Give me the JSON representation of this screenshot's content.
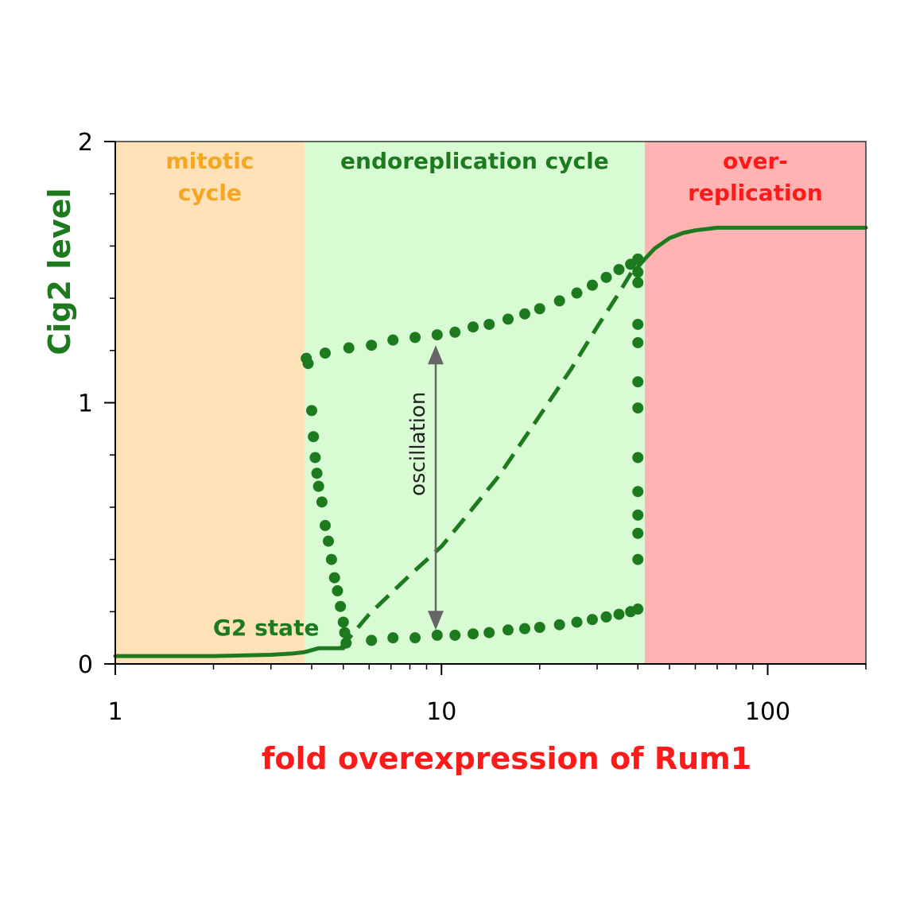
{
  "chart_data": {
    "type": "line",
    "xscale": "log",
    "xlim": [
      1,
      200
    ],
    "ylim": [
      0,
      2
    ],
    "xlabel": "fold overexpression of Rum1",
    "ylabel": "Cig2 level",
    "x_ticks": [
      {
        "value": 1,
        "label": "1"
      },
      {
        "value": 10,
        "label": "10"
      },
      {
        "value": 100,
        "label": "100"
      }
    ],
    "y_ticks": [
      {
        "value": 0,
        "label": "0"
      },
      {
        "value": 1,
        "label": "1"
      },
      {
        "value": 2,
        "label": "2"
      }
    ],
    "regions": [
      {
        "label_lines": [
          "mitotic",
          "cycle"
        ],
        "x_range": [
          1,
          3.8
        ],
        "color": "#fde2b8",
        "label_color": "#f5a623"
      },
      {
        "label_lines": [
          "endoreplication cycle"
        ],
        "x_range": [
          3.8,
          42
        ],
        "color": "#d8fbd4",
        "label_color": "#1e7a1e"
      },
      {
        "label_lines": [
          "over-",
          "replication"
        ],
        "x_range": [
          42,
          200
        ],
        "color": "#ffb3b3",
        "label_color": "#ff1a1a"
      }
    ],
    "series": [
      {
        "style": "solid",
        "color": "#1e7a1e",
        "x": [
          1,
          2,
          3,
          3.5,
          3.8,
          4.2,
          5.0
        ],
        "y": [
          0.03,
          0.03,
          0.035,
          0.04,
          0.045,
          0.06,
          0.06
        ]
      },
      {
        "style": "solid",
        "color": "#1e7a1e",
        "x": [
          40,
          42,
          45,
          50,
          55,
          60,
          70,
          80,
          100,
          150,
          200
        ],
        "y": [
          1.52,
          1.55,
          1.59,
          1.63,
          1.65,
          1.66,
          1.67,
          1.67,
          1.67,
          1.67,
          1.67
        ]
      },
      {
        "style": "dashed",
        "color": "#1e7a1e",
        "x": [
          4.9,
          6,
          8,
          10,
          12,
          15,
          20,
          25,
          30,
          35,
          40
        ],
        "y": [
          0.06,
          0.19,
          0.34,
          0.45,
          0.57,
          0.72,
          0.95,
          1.13,
          1.29,
          1.42,
          1.54
        ]
      },
      {
        "style": "dotted",
        "color": "#1e7a1e",
        "x": [
          3.85,
          3.9,
          4.0,
          4.05,
          4.1,
          4.15,
          4.2,
          4.3,
          4.4,
          4.5,
          4.6,
          4.7,
          4.8,
          4.9,
          5.0,
          5.05,
          5.1
        ],
        "y": [
          1.17,
          1.15,
          0.97,
          0.87,
          0.79,
          0.73,
          0.68,
          0.62,
          0.53,
          0.47,
          0.4,
          0.33,
          0.28,
          0.22,
          0.16,
          0.12,
          0.08
        ]
      },
      {
        "style": "dotted",
        "color": "#1e7a1e",
        "x": [
          4.4,
          5.2,
          6.1,
          7.1,
          8.3,
          9.7,
          11,
          12.5,
          14,
          16,
          18,
          20,
          23,
          26,
          29,
          32,
          35,
          38,
          40
        ],
        "y": [
          1.19,
          1.21,
          1.22,
          1.24,
          1.25,
          1.26,
          1.27,
          1.29,
          1.3,
          1.32,
          1.34,
          1.36,
          1.39,
          1.42,
          1.45,
          1.48,
          1.51,
          1.53,
          1.55
        ]
      },
      {
        "style": "dotted",
        "color": "#1e7a1e",
        "x": [
          6.1,
          7.1,
          8.3,
          9.7,
          11,
          12.5,
          14,
          16,
          18,
          20,
          23,
          26,
          29,
          32,
          35,
          38,
          40
        ],
        "y": [
          0.09,
          0.1,
          0.1,
          0.11,
          0.11,
          0.115,
          0.12,
          0.13,
          0.135,
          0.14,
          0.15,
          0.16,
          0.17,
          0.18,
          0.19,
          0.2,
          0.21
        ]
      },
      {
        "style": "dotted",
        "color": "#1e7a1e",
        "x": [
          40,
          40,
          40,
          40,
          40,
          40,
          40,
          40,
          40,
          40,
          40,
          40
        ],
        "y": [
          1.55,
          1.5,
          1.46,
          1.3,
          1.23,
          1.08,
          0.98,
          0.79,
          0.66,
          0.57,
          0.5,
          0.4
        ]
      }
    ],
    "annotations": [
      {
        "text": "G2 state",
        "x": 2.9,
        "y": 0.11,
        "color": "#1e7a1e"
      },
      {
        "text": "oscillation",
        "x": 9.6,
        "y_from": 1.22,
        "y_to": 0.13,
        "color": "#222222"
      }
    ]
  }
}
